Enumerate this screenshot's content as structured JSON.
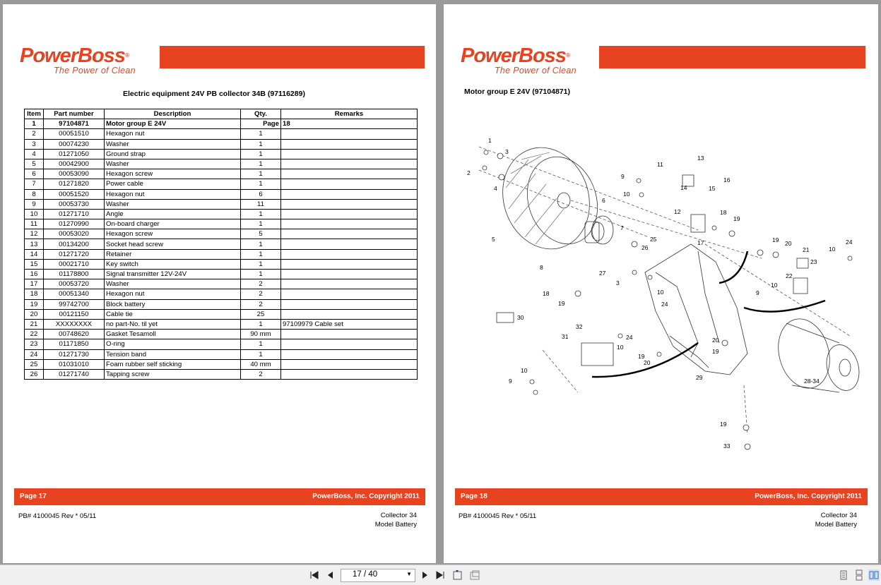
{
  "brand": {
    "name": "PowerBoss",
    "tagline": "The Power of Clean"
  },
  "colors": {
    "accent": "#e84320"
  },
  "left_page": {
    "title": "Electric equipment 24V PB collector 34B (97116289)",
    "columns": [
      "Item",
      "Part number",
      "Description",
      "Qty.",
      "Remarks"
    ],
    "rows": [
      [
        "1",
        "97104871",
        "Motor group E 24V",
        "Page",
        "18"
      ],
      [
        "2",
        "00051510",
        "Hexagon nut",
        "1",
        ""
      ],
      [
        "3",
        "00074230",
        "Washer",
        "1",
        ""
      ],
      [
        "4",
        "01271050",
        "Ground strap",
        "1",
        ""
      ],
      [
        "5",
        "00042900",
        "Washer",
        "1",
        ""
      ],
      [
        "6",
        "00053090",
        "Hexagon screw",
        "1",
        ""
      ],
      [
        "7",
        "01271820",
        "Power cable",
        "1",
        ""
      ],
      [
        "8",
        "00051520",
        "Hexagon nut",
        "6",
        ""
      ],
      [
        "9",
        "00053730",
        "Washer",
        "11",
        ""
      ],
      [
        "10",
        "01271710",
        "Angle",
        "1",
        ""
      ],
      [
        "11",
        "01270990",
        "On-board charger",
        "1",
        ""
      ],
      [
        "12",
        "00053020",
        "Hexagon screw",
        "5",
        ""
      ],
      [
        "13",
        "00134200",
        "Socket head screw",
        "1",
        ""
      ],
      [
        "14",
        "01271720",
        "Retainer",
        "1",
        ""
      ],
      [
        "15",
        "00021710",
        "Key switch",
        "1",
        ""
      ],
      [
        "16",
        "01178800",
        "Signal transmitter 12V-24V",
        "1",
        ""
      ],
      [
        "17",
        "00053720",
        "Washer",
        "2",
        ""
      ],
      [
        "18",
        "00051340",
        "Hexagon nut",
        "2",
        ""
      ],
      [
        "19",
        "99742700",
        "Block battery",
        "2",
        ""
      ],
      [
        "20",
        "00121150",
        "Cable tie",
        "25",
        ""
      ],
      [
        "21",
        "XXXXXXXX",
        "no part-No. til yet",
        "1",
        "97109979  Cable set"
      ],
      [
        "22",
        "00748620",
        "Gasket Tesamoll",
        "90 mm",
        ""
      ],
      [
        "23",
        "01171850",
        "O-ring",
        "1",
        ""
      ],
      [
        "24",
        "01271730",
        "Tension band",
        "1",
        ""
      ],
      [
        "25",
        "01031010",
        "Foam rubber self sticking",
        "40 mm",
        ""
      ],
      [
        "26",
        "01271740",
        "Tapping screw",
        "2",
        ""
      ]
    ],
    "footer_page": "Page  17",
    "copyright": "PowerBoss, Inc. Copyright 2011",
    "doc_number": "PB#  4100045 Rev  * 05/11",
    "model_line1": "Collector 34",
    "model_line2": "Model Battery"
  },
  "right_page": {
    "title": "Motor group E 24V (97104871)",
    "callouts": [
      "1",
      "2",
      "3",
      "4",
      "5",
      "6",
      "7",
      "8",
      "9",
      "10",
      "11",
      "12",
      "13",
      "14",
      "15",
      "16",
      "17",
      "18",
      "19",
      "20",
      "21",
      "22",
      "23",
      "24",
      "25",
      "26",
      "27",
      "28-34",
      "29",
      "30",
      "31",
      "32",
      "33"
    ],
    "footer_page": "Page  18",
    "copyright": "PowerBoss, Inc. Copyright 2011",
    "doc_number": "PB#  4100045 Rev  * 05/11",
    "model_line1": "Collector 34",
    "model_line2": "Model Battery"
  },
  "toolbar": {
    "page_indicator": "17 / 40",
    "icons": [
      "first-page-icon",
      "prev-page-icon",
      "next-page-icon",
      "last-page-icon",
      "fit-page-icon",
      "fit-width-icon",
      "single-page-view-icon",
      "continuous-view-icon",
      "two-page-view-icon"
    ]
  }
}
